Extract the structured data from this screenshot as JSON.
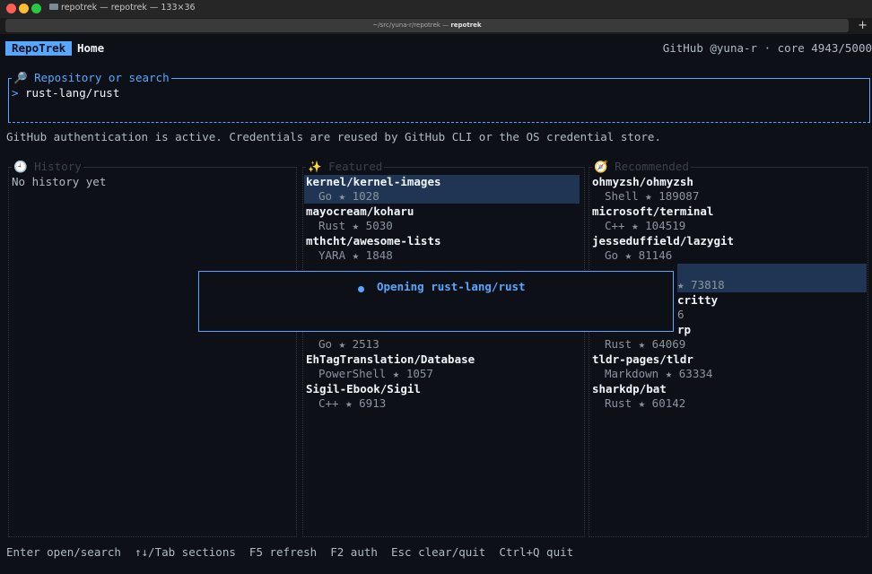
{
  "window": {
    "title": "repotrek — repotrek — 133×36",
    "tab_path": "~/src/yuna-r/repotrek — ",
    "tab_app": "repotrek",
    "new_tab": "+"
  },
  "header": {
    "brand": "RepoTrek",
    "page": "Home",
    "status": "GitHub @yuna-r · core 4943/5000"
  },
  "search": {
    "legend": "🔎 Repository or search",
    "prompt": ">",
    "value": "rust-lang/rust"
  },
  "auth_message": "GitHub authentication is active. Credentials are reused by GitHub CLI or the OS credential store.",
  "history": {
    "legend": "🕘 History",
    "empty_text": "No history yet"
  },
  "featured": {
    "legend": "✨ Featured",
    "items": [
      {
        "name": "kernel/kernel-images",
        "meta": "Go ★ 1028"
      },
      {
        "name": "mayocream/koharu",
        "meta": "Rust ★ 5030"
      },
      {
        "name": "mthcht/awesome-lists",
        "meta": "YARA ★ 1848"
      },
      {
        "name": "",
        "meta": "Go ★ 2513"
      },
      {
        "name": "EhTagTranslation/Database",
        "meta": "PowerShell ★ 1057"
      },
      {
        "name": "Sigil-Ebook/Sigil",
        "meta": "C++ ★ 6913"
      }
    ]
  },
  "recommended": {
    "legend": "🧭 Recommended",
    "items": [
      {
        "name": "ohmyzsh/ohmyzsh",
        "meta": "Shell ★ 189087"
      },
      {
        "name": "microsoft/terminal",
        "meta": "C++ ★ 104519"
      },
      {
        "name": "jesseduffield/lazygit",
        "meta": "Go ★ 81146"
      }
    ],
    "partial": [
      "★ 73818",
      "critty",
      "6",
      "rp"
    ],
    "items_after": [
      {
        "name": "",
        "meta": "Rust ★ 64069"
      },
      {
        "name": "tldr-pages/tldr",
        "meta": "Markdown ★ 63334"
      },
      {
        "name": "sharkdp/bat",
        "meta": "Rust ★ 60142"
      }
    ]
  },
  "modal": {
    "text": "Opening rust-lang/rust"
  },
  "footer": "Enter open/search  ↑↓/Tab sections  F5 refresh  F2 auth  Esc clear/quit  Ctrl+Q quit",
  "colors": {
    "accent": "#58a6ff",
    "background": "#0d1117",
    "selection": "#1f3553"
  }
}
